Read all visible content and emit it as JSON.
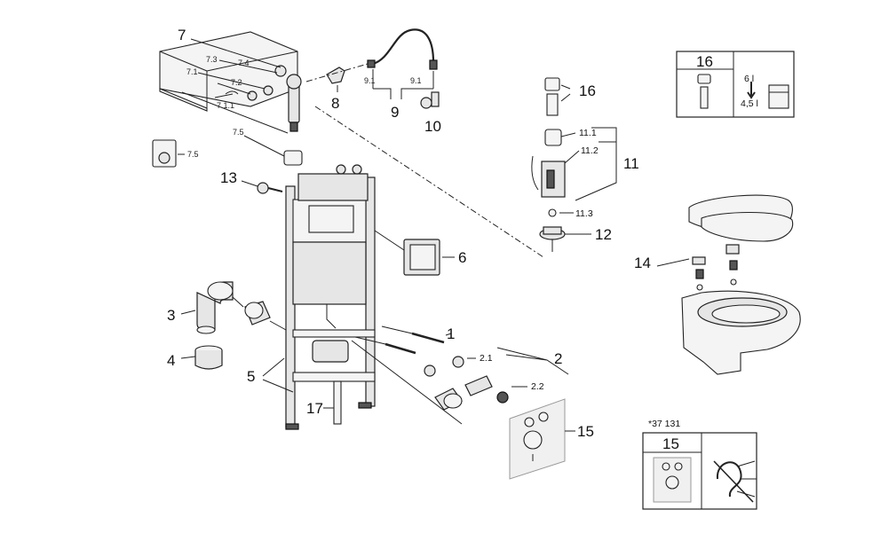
{
  "callouts": {
    "p1": "1",
    "p2": "2",
    "p2_1": "2.1",
    "p2_2": "2.2",
    "p3": "3",
    "p4": "4",
    "p5": "5",
    "p6": "6",
    "p7": "7",
    "p7_1": "7.1",
    "p7_1_1": "7.1.1",
    "p7_2": "7.2",
    "p7_3": "7.3",
    "p7_4": "7.4",
    "p7_5": "7.5",
    "p7_5_side": "7.5",
    "p8": "8",
    "p9": "9",
    "p9_1_left": "9.1",
    "p9_1_right": "9.1",
    "p10": "10",
    "p11": "11",
    "p11_1": "11.1",
    "p11_2": "11.2",
    "p11_3": "11.3",
    "p12": "12",
    "p13": "13",
    "p14": "14",
    "p15": "15",
    "p16": "16",
    "p17": "17"
  },
  "inset16": {
    "title": "16",
    "flush_large": "6 l",
    "flush_small": "4,5 l"
  },
  "inset15": {
    "note": "*37 131",
    "title": "15"
  }
}
